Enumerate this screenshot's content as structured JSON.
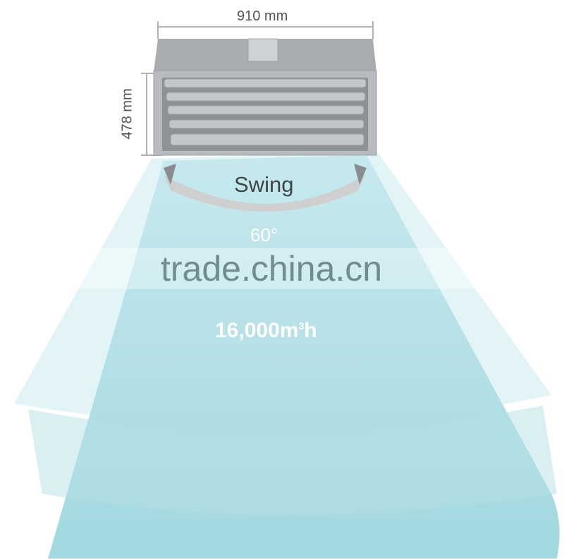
{
  "dimensions": {
    "width_label": "910 mm",
    "height_label": "478 mm"
  },
  "swing_label": "Swing",
  "angle_label": "60°",
  "airflow": {
    "value": "16,000m",
    "superscript": "3",
    "unit": "h"
  },
  "watermark": "trade.china.cn",
  "colors": {
    "fan_light": "#dff3f7",
    "fan_main": "#aadde4",
    "unit_body": "#b9bcc0",
    "swing_arrow": "#c9c9c9",
    "watermark_text": "#6f8c92"
  }
}
